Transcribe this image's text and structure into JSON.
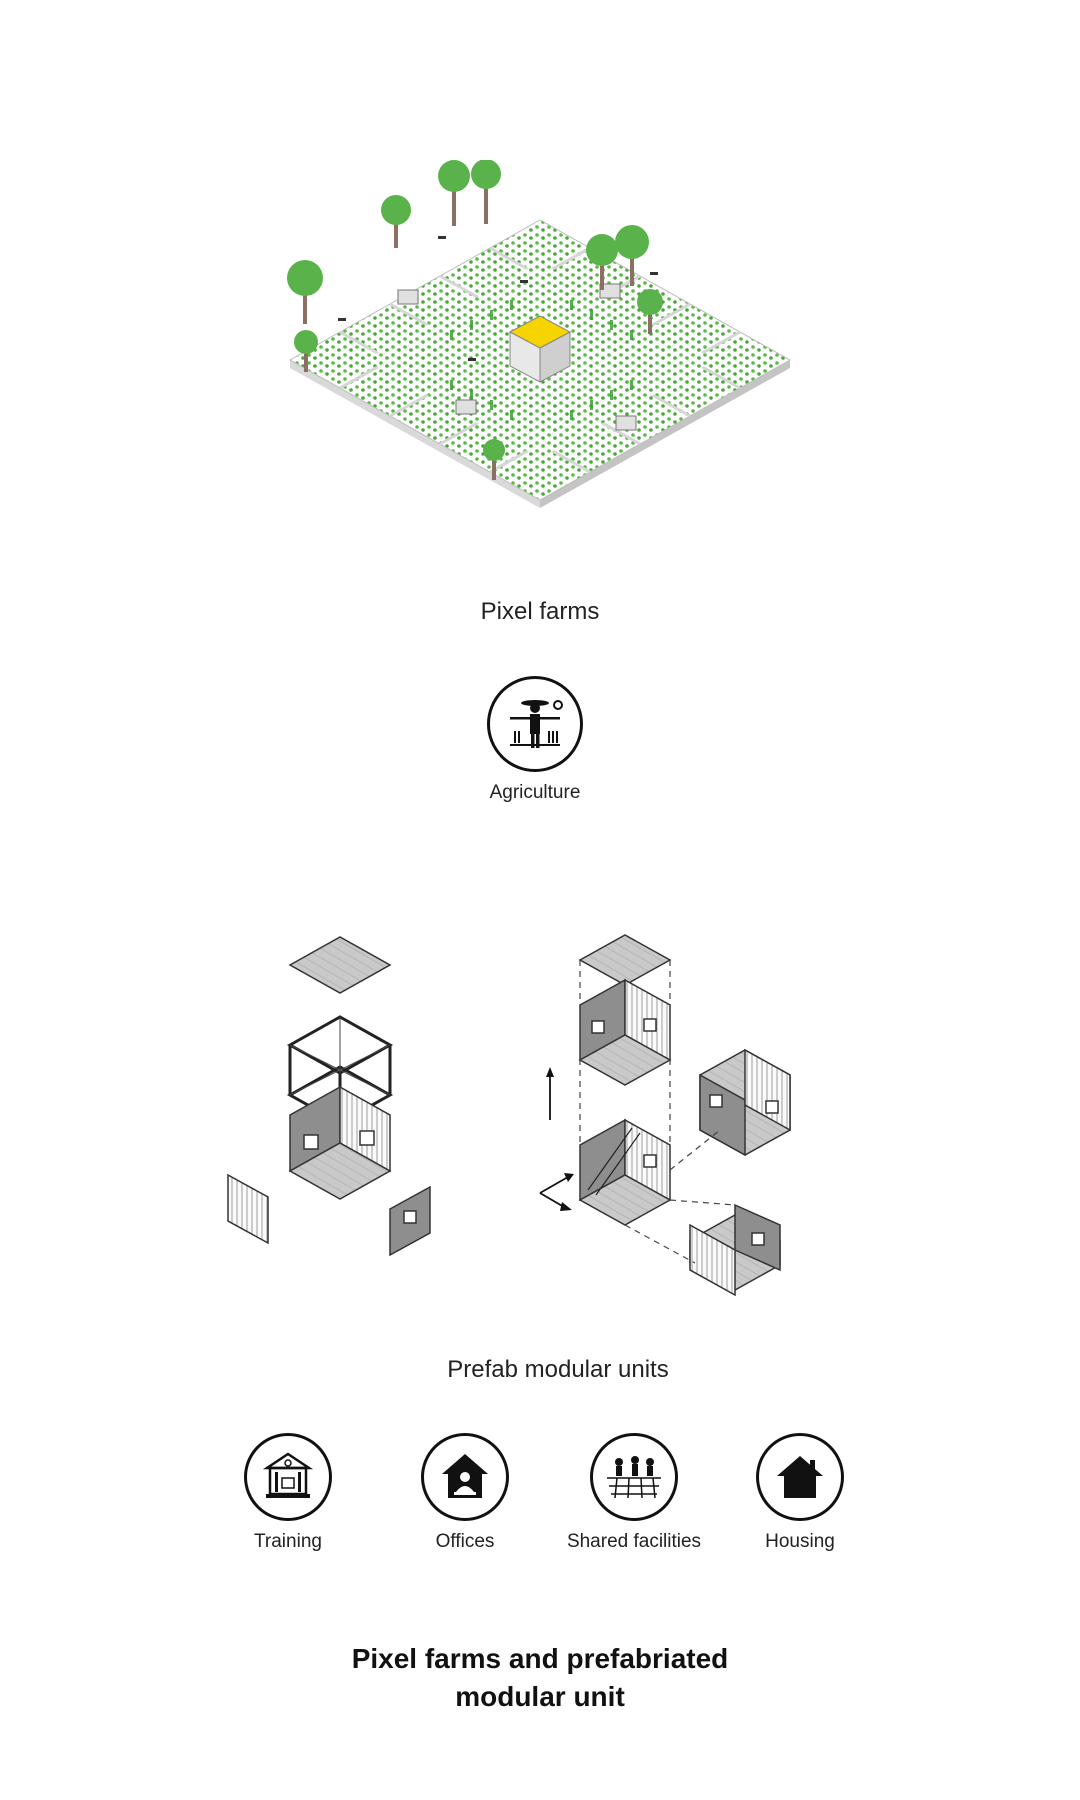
{
  "pixel_farms": {
    "caption": "Pixel farms",
    "icon": {
      "name": "farmer-icon",
      "label": "Agriculture"
    }
  },
  "prefab": {
    "caption": "Prefab modular units",
    "icons": [
      {
        "name": "training-building-icon",
        "label": "Training"
      },
      {
        "name": "office-house-icon",
        "label": "Offices"
      },
      {
        "name": "shared-facilities-icon",
        "label": "Shared facilities"
      },
      {
        "name": "house-icon",
        "label": "Housing"
      }
    ]
  },
  "title": {
    "line1": "Pixel farms and prefabriated",
    "line2": "modular unit"
  },
  "colors": {
    "grass": "#6fbf4a",
    "tree": "#4caf50",
    "platform": "#f2f2f2",
    "center_yellow": "#f5d400",
    "panel_gray": "#9e9e9e"
  }
}
